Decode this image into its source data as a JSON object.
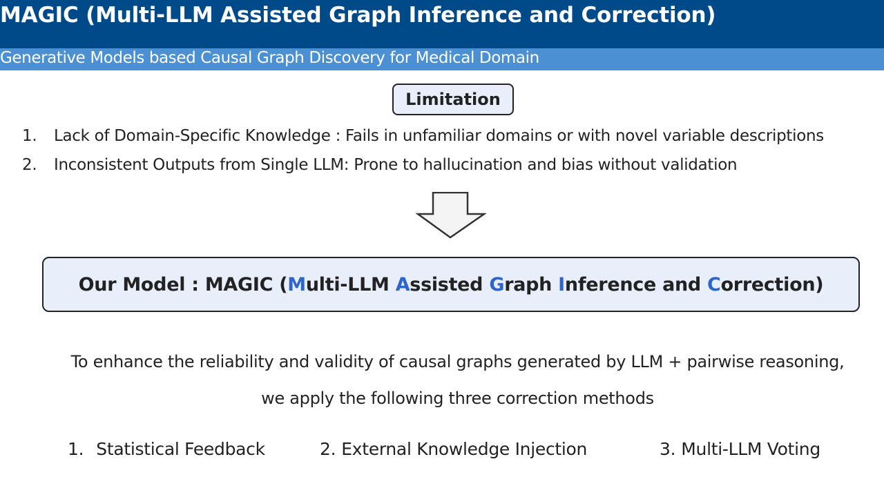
{
  "header": {
    "title": "MAGIC (Multi-LLM Assisted Graph Inference and Correction)",
    "subtitle": "Generative Models based Causal Graph Discovery for Medical Domain"
  },
  "limitation": {
    "label": "Limitation",
    "items": [
      {
        "num": "1.",
        "text": "Lack of Domain-Specific Knowledge : Fails in unfamiliar domains or with novel variable descriptions"
      },
      {
        "num": "2.",
        "text": "Inconsistent Outputs from Single LLM: Prone to hallucination and bias without validation"
      }
    ]
  },
  "model": {
    "prefix": "Our Model : MAGIC (",
    "parts": [
      {
        "hl": "M",
        "rest": "ulti-LLM "
      },
      {
        "hl": "A",
        "rest": "ssisted "
      },
      {
        "hl": "G",
        "rest": "raph "
      },
      {
        "hl": "I",
        "rest": "nference and "
      },
      {
        "hl": "C",
        "rest": "orrection)"
      }
    ],
    "highlight_color": "#2f64c8"
  },
  "description": {
    "line1": "To enhance the reliability and validity of causal graphs generated by LLM + pairwise reasoning,",
    "line2": "we apply the following three correction methods"
  },
  "methods": [
    {
      "num": "1.",
      "label": "Statistical Feedback"
    },
    {
      "num": "2.",
      "label": "External Knowledge Injection"
    },
    {
      "num": "3.",
      "label": "Multi-LLM Voting"
    }
  ],
  "colors": {
    "title_bg": "#004a8a",
    "subtitle_bg": "#4a90d2",
    "box_bg": "#e8eefa"
  },
  "icons": {
    "arrow": "down-arrow-icon"
  }
}
